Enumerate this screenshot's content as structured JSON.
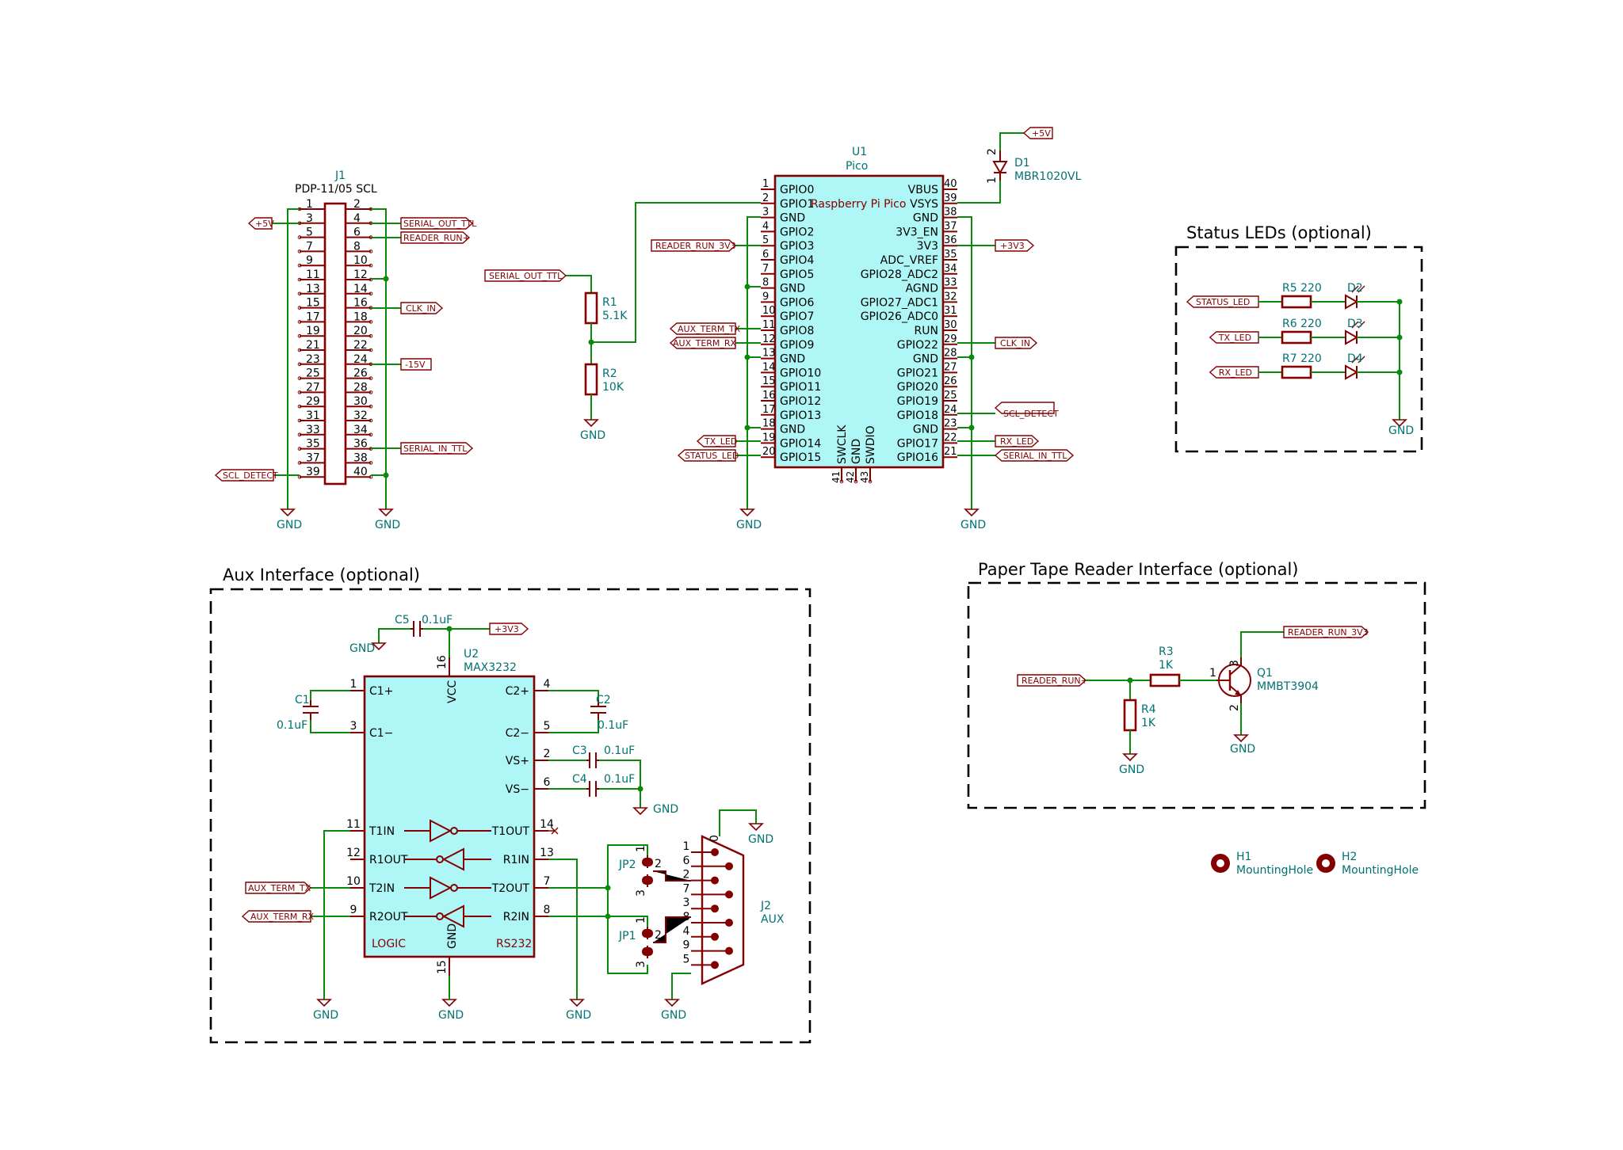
{
  "title_sections": {
    "status_leds": "Status LEDs (optional)",
    "aux_interface": "Aux Interface (optional)",
    "paper_tape": "Paper Tape Reader Interface (optional)"
  },
  "j1": {
    "ref": "J1",
    "value": "PDP-11/05 SCL",
    "pins_left": [
      "1",
      "3",
      "5",
      "7",
      "9",
      "11",
      "13",
      "15",
      "17",
      "19",
      "21",
      "23",
      "25",
      "27",
      "29",
      "31",
      "33",
      "35",
      "37",
      "39"
    ],
    "pins_right": [
      "2",
      "4",
      "6",
      "8",
      "10",
      "12",
      "14",
      "16",
      "18",
      "20",
      "22",
      "24",
      "26",
      "28",
      "30",
      "32",
      "34",
      "36",
      "38",
      "40"
    ],
    "labels": {
      "plus5v": "+5V",
      "serial_out": "SERIAL_OUT_TTL",
      "reader_run": "READER_RUN+",
      "clk_in": "CLK_IN",
      "minus15v": "-15V",
      "serial_in": "SERIAL_IN_TTL",
      "scl_detect": "SCL_DETECT",
      "gnd_a": "GND",
      "gnd_b": "GND"
    }
  },
  "u1": {
    "ref": "U1",
    "value": "Pico",
    "inner": "Raspberry Pi Pico",
    "left_pins": [
      {
        "num": "1",
        "name": "GPIO0"
      },
      {
        "num": "2",
        "name": "GPIO1"
      },
      {
        "num": "3",
        "name": "GND"
      },
      {
        "num": "4",
        "name": "GPIO2"
      },
      {
        "num": "5",
        "name": "GPIO3"
      },
      {
        "num": "6",
        "name": "GPIO4"
      },
      {
        "num": "7",
        "name": "GPIO5"
      },
      {
        "num": "8",
        "name": "GND"
      },
      {
        "num": "9",
        "name": "GPIO6"
      },
      {
        "num": "10",
        "name": "GPIO7"
      },
      {
        "num": "11",
        "name": "GPIO8"
      },
      {
        "num": "12",
        "name": "GPIO9"
      },
      {
        "num": "13",
        "name": "GND"
      },
      {
        "num": "14",
        "name": "GPIO10"
      },
      {
        "num": "15",
        "name": "GPIO11"
      },
      {
        "num": "16",
        "name": "GPIO12"
      },
      {
        "num": "17",
        "name": "GPIO13"
      },
      {
        "num": "18",
        "name": "GND"
      },
      {
        "num": "19",
        "name": "GPIO14"
      },
      {
        "num": "20",
        "name": "GPIO15"
      }
    ],
    "right_pins": [
      {
        "num": "40",
        "name": "VBUS"
      },
      {
        "num": "39",
        "name": "VSYS"
      },
      {
        "num": "38",
        "name": "GND"
      },
      {
        "num": "37",
        "name": "3V3_EN"
      },
      {
        "num": "36",
        "name": "3V3"
      },
      {
        "num": "35",
        "name": "ADC_VREF"
      },
      {
        "num": "34",
        "name": "GPIO28_ADC2"
      },
      {
        "num": "33",
        "name": "AGND"
      },
      {
        "num": "32",
        "name": "GPIO27_ADC1"
      },
      {
        "num": "31",
        "name": "GPIO26_ADC0"
      },
      {
        "num": "30",
        "name": "RUN"
      },
      {
        "num": "29",
        "name": "GPIO22"
      },
      {
        "num": "28",
        "name": "GND"
      },
      {
        "num": "27",
        "name": "GPIO21"
      },
      {
        "num": "26",
        "name": "GPIO20"
      },
      {
        "num": "25",
        "name": "GPIO19"
      },
      {
        "num": "24",
        "name": "GPIO18"
      },
      {
        "num": "23",
        "name": "GND"
      },
      {
        "num": "22",
        "name": "GPIO17"
      },
      {
        "num": "21",
        "name": "GPIO16"
      }
    ],
    "bottom_pins": [
      {
        "num": "41",
        "name": "SWCLK"
      },
      {
        "num": "42",
        "name": "GND"
      },
      {
        "num": "43",
        "name": "SWDIO"
      }
    ],
    "labels": {
      "reader_run_3v3": "READER_RUN_3V3",
      "aux_term_tx": "AUX_TERM_TX",
      "aux_term_rx": "AUX_TERM_RX",
      "tx_led": "TX_LED",
      "status_led": "STATUS_LED",
      "plus3v3": "+3V3",
      "clk_in": "CLK_IN",
      "scl_detect": "SCL_DETECT",
      "rx_led": "RX_LED",
      "serial_in": "SERIAL_IN_TTL",
      "plus5v": "+5V",
      "gnd_a": "GND",
      "gnd_b": "GND"
    }
  },
  "d1": {
    "ref": "D1",
    "value": "MBR1020VL",
    "pin1": "1",
    "pin2": "2"
  },
  "r1": {
    "ref": "R1",
    "value": "5.1K"
  },
  "r2": {
    "ref": "R2",
    "value": "10K"
  },
  "divider": {
    "label": "SERIAL_OUT_TTL",
    "gnd": "GND"
  },
  "leds": [
    {
      "label": "STATUS_LED",
      "r_ref": "R5",
      "r_val": "220",
      "d_ref": "D2"
    },
    {
      "label": "TX_LED",
      "r_ref": "R6",
      "r_val": "220",
      "d_ref": "D3"
    },
    {
      "label": "RX_LED",
      "r_ref": "R7",
      "r_val": "220",
      "d_ref": "D4"
    }
  ],
  "leds_gnd": "GND",
  "u2": {
    "ref": "U2",
    "value": "MAX3232",
    "vcc": "VCC",
    "gnd": "GND",
    "logic": "LOGIC",
    "rs232": "RS232",
    "left_pins": [
      {
        "num": "1",
        "name": "C1+"
      },
      {
        "num": "3",
        "name": "C1−"
      },
      {
        "num": "11",
        "name": "T1IN"
      },
      {
        "num": "12",
        "name": "R1OUT"
      },
      {
        "num": "10",
        "name": "T2IN"
      },
      {
        "num": "9",
        "name": "R2OUT"
      }
    ],
    "right_pins": [
      {
        "num": "4",
        "name": "C2+"
      },
      {
        "num": "5",
        "name": "C2−"
      },
      {
        "num": "2",
        "name": "VS+"
      },
      {
        "num": "6",
        "name": "VS−"
      },
      {
        "num": "14",
        "name": "T1OUT"
      },
      {
        "num": "13",
        "name": "R1IN"
      },
      {
        "num": "7",
        "name": "T2OUT"
      },
      {
        "num": "8",
        "name": "R2IN"
      }
    ],
    "pin16": "16",
    "pin15": "15"
  },
  "caps": {
    "c1": {
      "ref": "C1",
      "value": "0.1uF"
    },
    "c2": {
      "ref": "C2",
      "value": "0.1uF"
    },
    "c3": {
      "ref": "C3",
      "value": "0.1uF"
    },
    "c4": {
      "ref": "C4",
      "value": "0.1uF"
    },
    "c5": {
      "ref": "C5",
      "value": "0.1uF"
    }
  },
  "aux_labels": {
    "plus3v3": "+3V3",
    "aux_term_tx": "AUX_TERM_TX",
    "aux_term_rx": "AUX_TERM_RX",
    "gnd": "GND"
  },
  "jumpers": {
    "jp1": "JP1",
    "jp2": "JP2",
    "p1": "1",
    "p2": "2",
    "p3": "3"
  },
  "j2": {
    "ref": "J2",
    "value": "AUX",
    "pins": [
      "1",
      "6",
      "2",
      "7",
      "3",
      "8",
      "4",
      "9",
      "5"
    ],
    "shield": "0"
  },
  "tape": {
    "label_in": "READER_RUN+",
    "label_out": "READER_RUN_3V3",
    "r3_ref": "R3",
    "r3_val": "1K",
    "r4_ref": "R4",
    "r4_val": "1K",
    "q1_ref": "Q1",
    "q1_val": "MMBT3904",
    "p1": "1",
    "p2": "2",
    "p3": "3",
    "gnd": "GND"
  },
  "holes": [
    {
      "ref": "H1",
      "value": "MountingHole"
    },
    {
      "ref": "H2",
      "value": "MountingHole"
    }
  ],
  "colors": {
    "wire": "#0a8a0a",
    "symbol": "#840000",
    "fill": "#aef7f6",
    "ref_text": "#007272"
  }
}
